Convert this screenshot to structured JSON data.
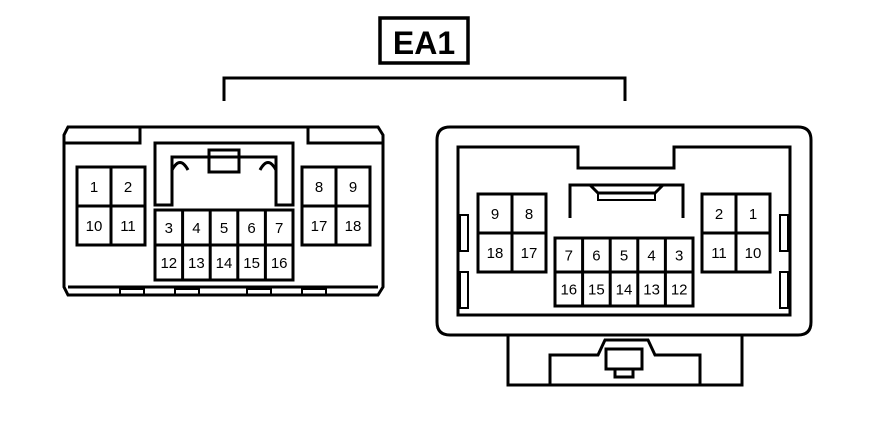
{
  "title": "EA1",
  "colors": {
    "stroke": "#000000",
    "background": "#ffffff"
  },
  "left_connector": {
    "left_block": [
      [
        "1",
        "2"
      ],
      [
        "10",
        "11"
      ]
    ],
    "center_block": [
      [
        "3",
        "4",
        "5",
        "6",
        "7"
      ],
      [
        "12",
        "13",
        "14",
        "15",
        "16"
      ]
    ],
    "right_block": [
      [
        "8",
        "9"
      ],
      [
        "17",
        "18"
      ]
    ]
  },
  "right_connector": {
    "left_block": [
      [
        "9",
        "8"
      ],
      [
        "18",
        "17"
      ]
    ],
    "center_block": [
      [
        "7",
        "6",
        "5",
        "4",
        "3"
      ],
      [
        "16",
        "15",
        "14",
        "13",
        "12"
      ]
    ],
    "right_block": [
      [
        "2",
        "1"
      ],
      [
        "11",
        "10"
      ]
    ]
  }
}
